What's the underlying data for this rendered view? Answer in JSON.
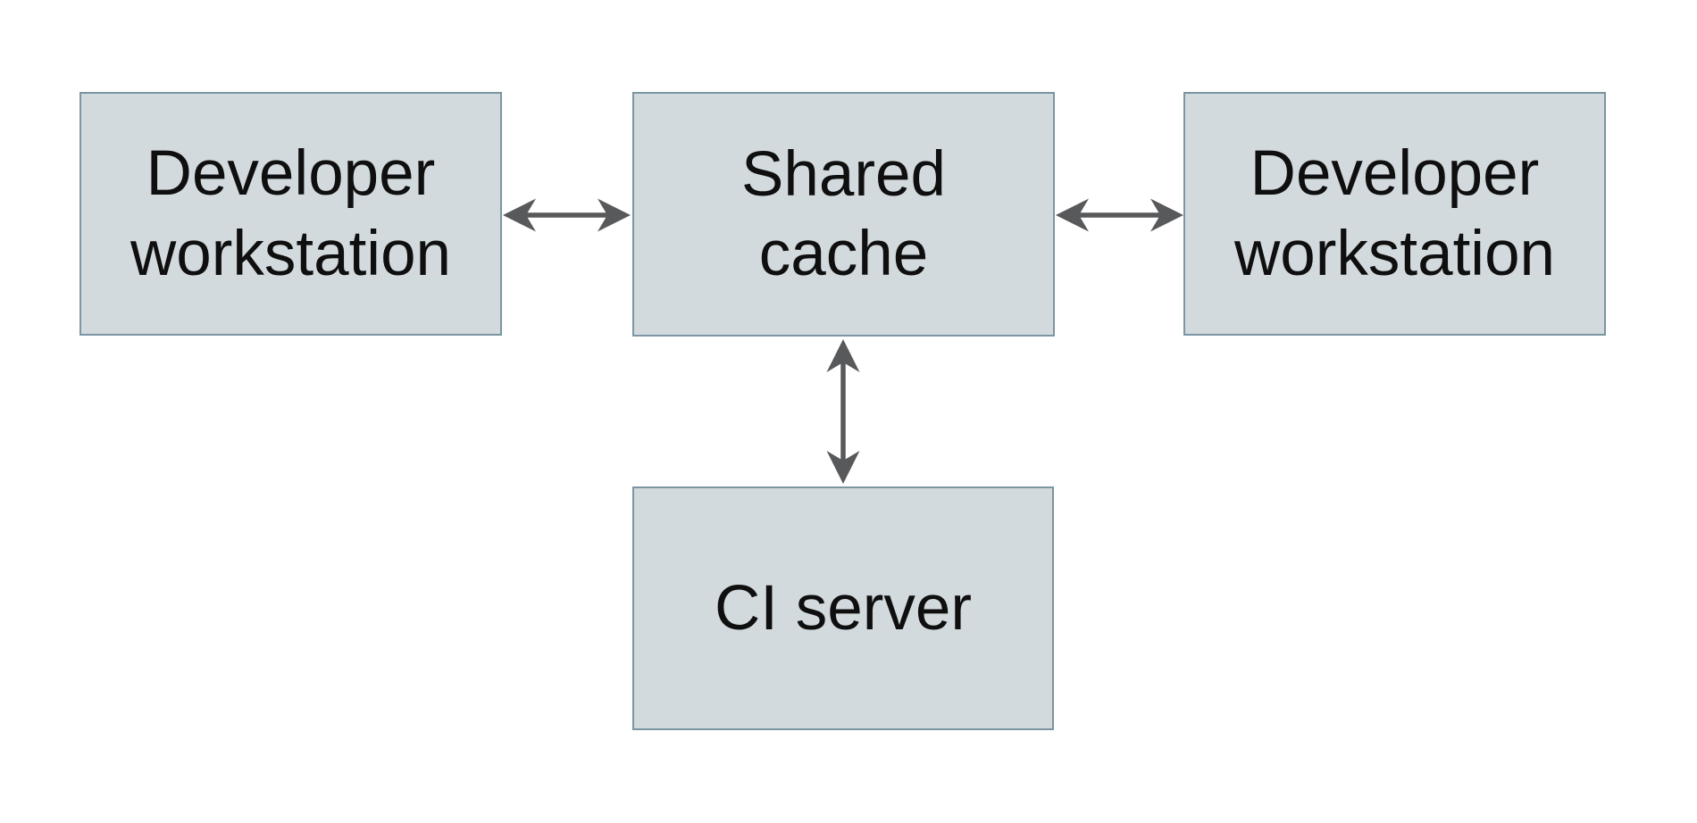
{
  "diagram": {
    "colors": {
      "background": "#ffffff",
      "node_fill": "#d3dade",
      "node_border": "#7b95a2",
      "arrow": "#58595b",
      "text": "#0f0f0f"
    },
    "nodes": {
      "left": {
        "line1": "Developer",
        "line2": "workstation"
      },
      "center": {
        "line1": "Shared",
        "line2": "cache"
      },
      "right": {
        "line1": "Developer",
        "line2": "workstation"
      },
      "ci": {
        "line1": "CI server",
        "line2": ""
      }
    },
    "edges": [
      {
        "from": "left",
        "to": "center",
        "direction": "bidirectional"
      },
      {
        "from": "center",
        "to": "right",
        "direction": "bidirectional"
      },
      {
        "from": "center",
        "to": "ci",
        "direction": "bidirectional"
      }
    ]
  }
}
